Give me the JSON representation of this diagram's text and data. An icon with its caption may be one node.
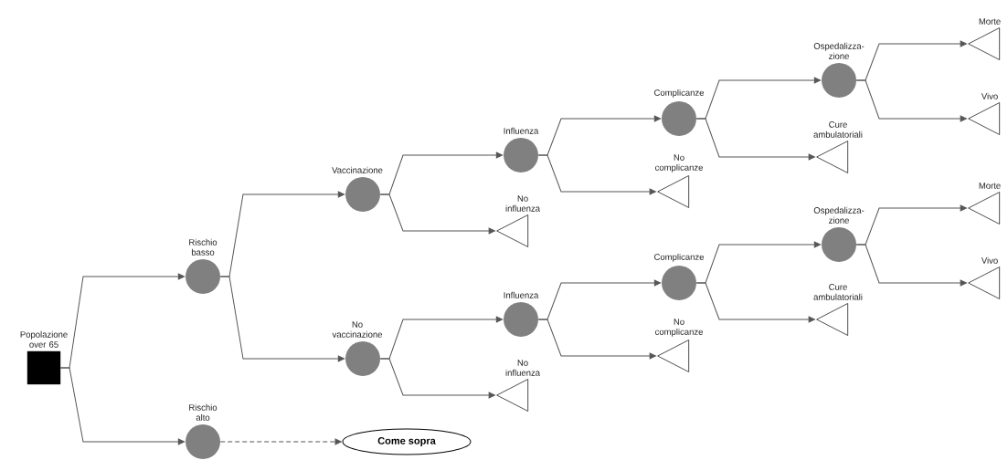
{
  "diagram": {
    "nodes": [
      {
        "text": [
          "Popolazione over 65"
        ]
      },
      {
        "text": [
          "Rischio basso"
        ]
      },
      {
        "text": [
          "Rischio alto"
        ]
      },
      {
        "text": [
          "Come sopra"
        ]
      },
      {
        "text": [
          "Vaccinazione"
        ]
      },
      {
        "text": [
          "No vaccinazione"
        ]
      },
      {
        "text": [
          "Influenza"
        ]
      },
      {
        "text": [
          "No influenza"
        ]
      },
      {
        "text": [
          "Complicanze"
        ]
      },
      {
        "text": [
          "No complicanze"
        ]
      },
      {
        "text": [
          "Ospedalizza- zione"
        ]
      },
      {
        "text": [
          "Cure ambulatoriali"
        ]
      },
      {
        "text": [
          "Morte"
        ]
      },
      {
        "text": [
          "Vivo"
        ]
      },
      {
        "text": [
          "Influenza"
        ]
      },
      {
        "text": [
          "No influenza"
        ]
      },
      {
        "text": [
          "Complicanze"
        ]
      },
      {
        "text": [
          "No complicanze"
        ]
      },
      {
        "text": [
          "Ospedalizza- zione"
        ]
      },
      {
        "text": [
          "Cure ambulatoriali"
        ]
      },
      {
        "text": [
          "Morte"
        ]
      },
      {
        "text": [
          "Vivo"
        ]
      }
    ],
    "edges": [
      {
        "from": 0,
        "to": 1,
        "arrow": "to"
      },
      {
        "from": 0,
        "to": 2,
        "arrow": "to"
      },
      {
        "from": 2,
        "to": 3,
        "arrow": "to",
        "style": "dashed"
      },
      {
        "from": 1,
        "to": 4,
        "arrow": "to"
      },
      {
        "from": 1,
        "to": 5,
        "arrow": "to"
      },
      {
        "from": 4,
        "to": 6,
        "arrow": "to"
      },
      {
        "from": 4,
        "to": 7,
        "arrow": "to"
      },
      {
        "from": 6,
        "to": 8,
        "arrow": "to"
      },
      {
        "from": 6,
        "to": 9,
        "arrow": "to"
      },
      {
        "from": 8,
        "to": 10,
        "arrow": "to"
      },
      {
        "from": 8,
        "to": 11,
        "arrow": "to"
      },
      {
        "from": 10,
        "to": 12,
        "arrow": "to"
      },
      {
        "from": 10,
        "to": 13,
        "arrow": "to"
      },
      {
        "from": 5,
        "to": 14,
        "arrow": "to"
      },
      {
        "from": 5,
        "to": 15,
        "arrow": "to"
      },
      {
        "from": 14,
        "to": 16,
        "arrow": "to"
      },
      {
        "from": 14,
        "to": 17,
        "arrow": "to"
      },
      {
        "from": 16,
        "to": 18,
        "arrow": "to"
      },
      {
        "from": 16,
        "to": 19,
        "arrow": "to"
      },
      {
        "from": 18,
        "to": 20,
        "arrow": "to"
      },
      {
        "from": 18,
        "to": 21,
        "arrow": "to"
      }
    ]
  }
}
